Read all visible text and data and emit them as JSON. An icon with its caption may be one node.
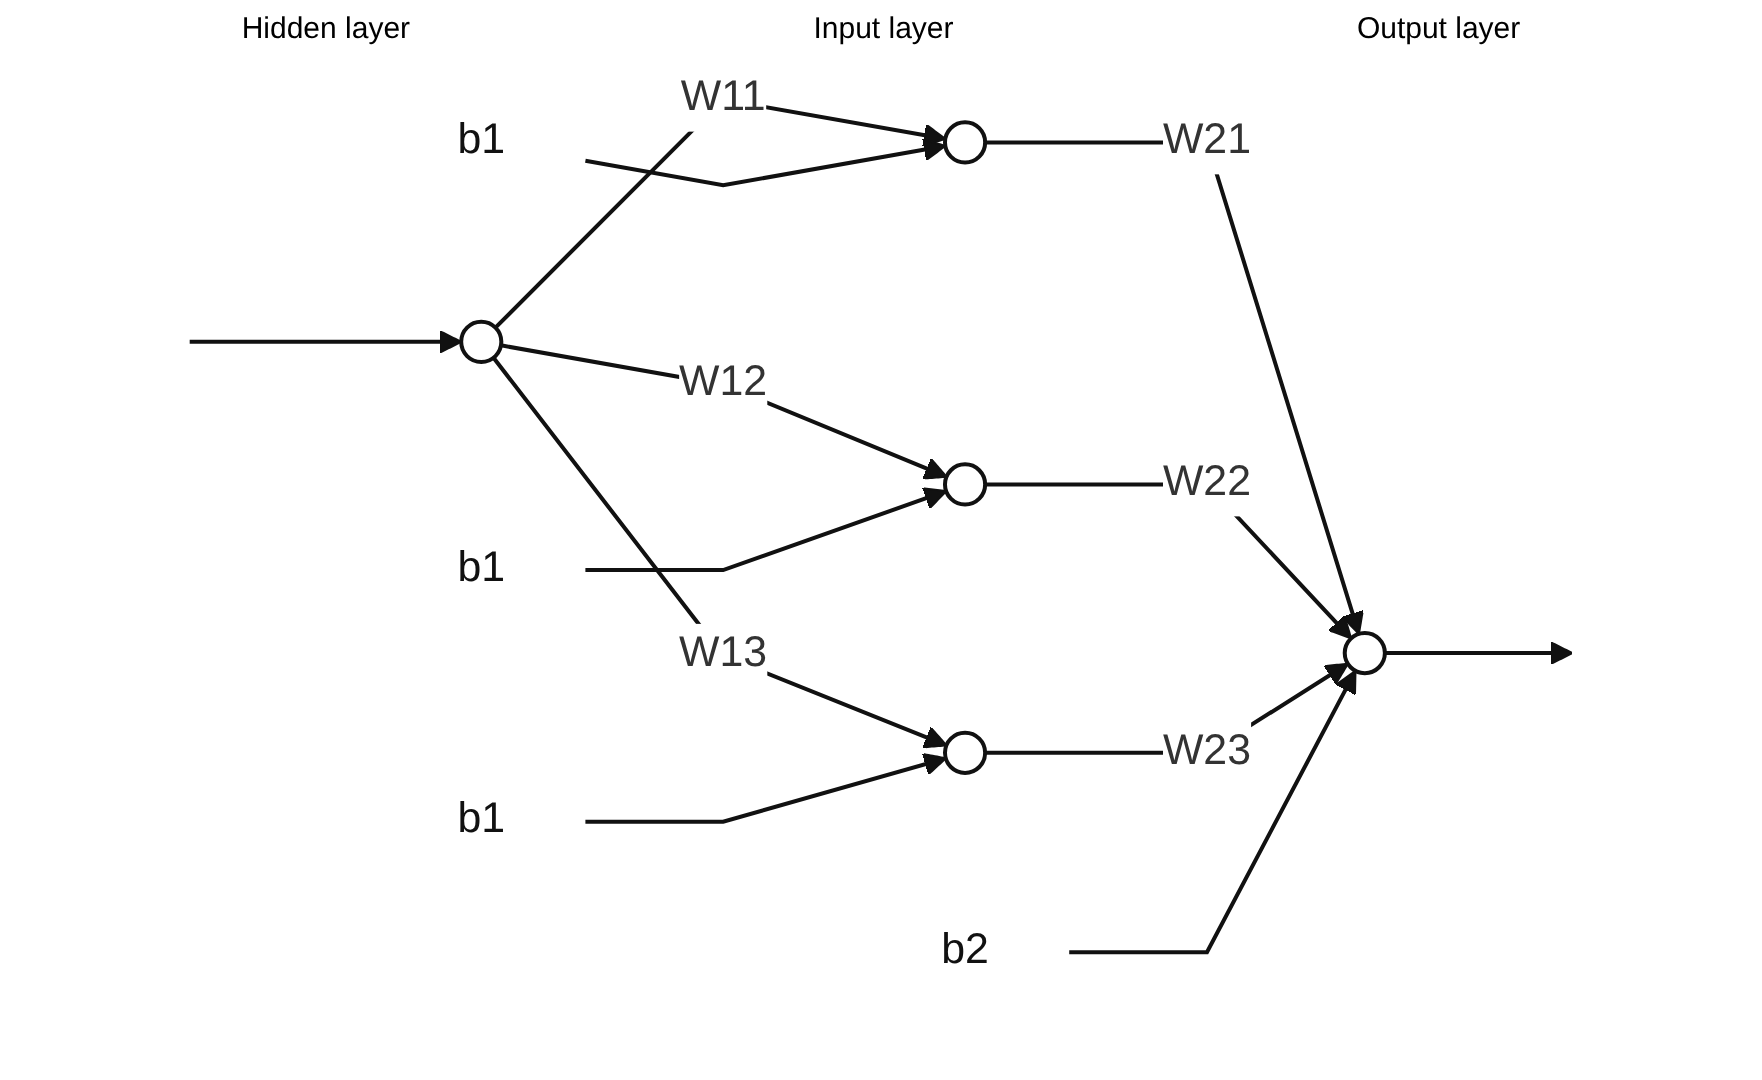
{
  "diagram": {
    "nodes": [
      {
        "text": [],
        "shape": "circle"
      },
      {
        "text": [
          "b1"
        ]
      },
      {
        "text": [],
        "shape": "circle"
      },
      {
        "text": [
          "b1"
        ]
      },
      {
        "text": [],
        "shape": "circle"
      },
      {
        "text": [
          "b1"
        ]
      },
      {
        "text": [],
        "shape": "circle"
      },
      {
        "text": [
          "b2"
        ]
      },
      {
        "text": [],
        "shape": "circle"
      }
    ],
    "edges": [
      {
        "from": null,
        "to": 0,
        "arrow": "to"
      },
      {
        "from": 0,
        "to": 2,
        "arrow": "to",
        "label": "W11"
      },
      {
        "from": 0,
        "to": 4,
        "arrow": "to",
        "label": "W12"
      },
      {
        "from": 0,
        "to": 6,
        "arrow": "to",
        "label": "W13"
      },
      {
        "from": 1,
        "to": 2,
        "arrow": "to"
      },
      {
        "from": 3,
        "to": 4,
        "arrow": "to"
      },
      {
        "from": 5,
        "to": 6,
        "arrow": "to"
      },
      {
        "from": 2,
        "to": 8,
        "arrow": "to",
        "label": "W21"
      },
      {
        "from": 4,
        "to": 8,
        "arrow": "to",
        "label": "W22"
      },
      {
        "from": 6,
        "to": 8,
        "arrow": "to",
        "label": "W23"
      },
      {
        "from": 7,
        "to": 8,
        "arrow": "to"
      },
      {
        "from": 8,
        "to": null,
        "arrow": "to"
      }
    ],
    "labels": [
      "Hidden layer",
      "Input layer",
      "Output layer"
    ]
  }
}
